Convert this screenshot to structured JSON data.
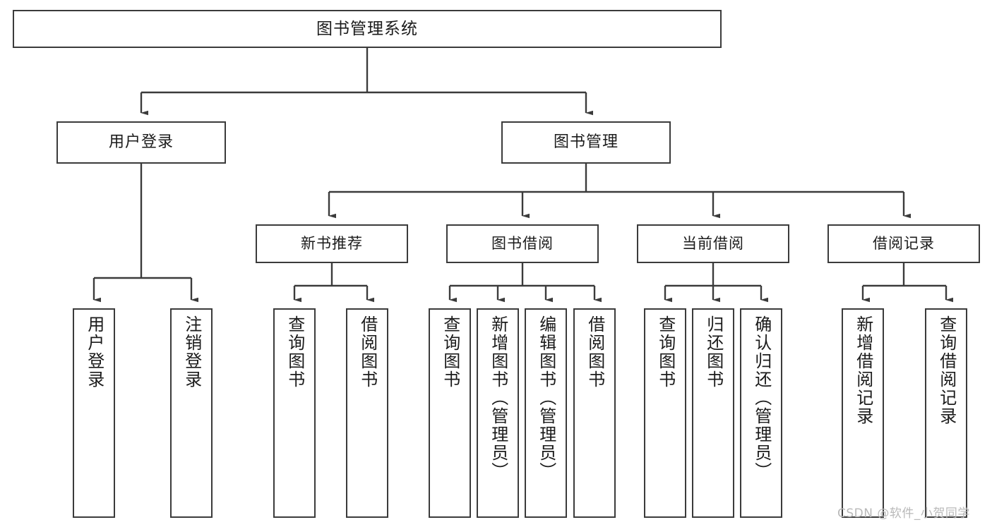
{
  "diagram": {
    "title": "图书管理系统",
    "watermark": "CSDN @软件_小贺同学",
    "nodes": {
      "root": {
        "label": "图书管理系统"
      },
      "level2": [
        {
          "id": "user-login",
          "label": "用户登录"
        },
        {
          "id": "book-management",
          "label": "图书管理"
        }
      ],
      "level3": [
        {
          "id": "new-book-recommend",
          "label": "新书推荐"
        },
        {
          "id": "book-borrow",
          "label": "图书借阅"
        },
        {
          "id": "current-borrow",
          "label": "当前借阅"
        },
        {
          "id": "borrow-record",
          "label": "借阅记录"
        }
      ],
      "leaves": [
        {
          "id": "leaf-user-login",
          "parent": "user-login",
          "label": "用户登录"
        },
        {
          "id": "leaf-logout",
          "parent": "user-login",
          "label": "注销登录"
        },
        {
          "id": "leaf-query-book-1",
          "parent": "new-book-recommend",
          "label": "查询图书"
        },
        {
          "id": "leaf-borrow-book-1",
          "parent": "new-book-recommend",
          "label": "借阅图书"
        },
        {
          "id": "leaf-query-book-2",
          "parent": "book-borrow",
          "label": "查询图书"
        },
        {
          "id": "leaf-add-book",
          "parent": "book-borrow",
          "label": "新增图书（管理员）"
        },
        {
          "id": "leaf-edit-book",
          "parent": "book-borrow",
          "label": "编辑图书（管理员）"
        },
        {
          "id": "leaf-borrow-book-2",
          "parent": "book-borrow",
          "label": "借阅图书"
        },
        {
          "id": "leaf-query-book-3",
          "parent": "current-borrow",
          "label": "查询图书"
        },
        {
          "id": "leaf-return-book",
          "parent": "current-borrow",
          "label": "归还图书"
        },
        {
          "id": "leaf-confirm-return",
          "parent": "current-borrow",
          "label": "确认归还（管理员）"
        },
        {
          "id": "leaf-add-record",
          "parent": "borrow-record",
          "label": "新增借阅记录"
        },
        {
          "id": "leaf-query-record",
          "parent": "borrow-record",
          "label": "查询借阅记录"
        }
      ]
    },
    "colors": {
      "stroke": "#3b3b3b",
      "text": "#1b1b1b",
      "background": "#ffffff",
      "watermark": "#b9b9b9"
    }
  }
}
